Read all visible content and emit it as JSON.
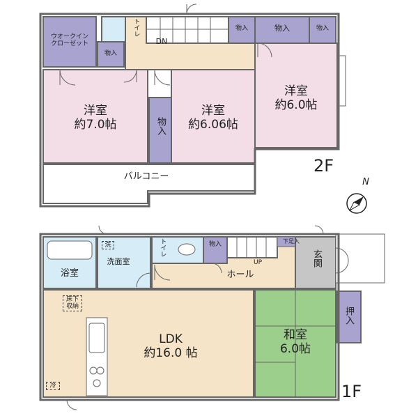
{
  "floor2": {
    "label": "2F",
    "rooms": {
      "wic": "ウオークイン\nクローゼット",
      "storage_wic": "物入",
      "toilet": "トイレ",
      "dn": "DN",
      "storage_top1": "物入",
      "storage_top2": "物入",
      "storage_top3": "物入",
      "west_room": "洋室\n約7.0帖",
      "storage_mid": "物入",
      "center_room": "洋室\n約6.06帖",
      "east_room": "洋室\n約6.0帖",
      "balcony": "バルコニー"
    }
  },
  "floor1": {
    "label": "1F",
    "rooms": {
      "bath": "浴室",
      "washroom": "洗面室",
      "washer": "洗",
      "toilet": "トイレ",
      "storage": "物入",
      "up": "UP",
      "hall": "ホール",
      "shoe_storage": "下足入",
      "entrance": "玄関",
      "floor_storage": "床下\n収納",
      "ldk": "LDK\n約16.0 帖",
      "fridge": "冷",
      "japanese_room": "和室\n6.0帖",
      "closet": "押入"
    }
  },
  "compass": {
    "north": "N"
  },
  "colors": {
    "pink": "#f3dde6",
    "lavender": "#a9a3cf",
    "beige": "#f5e4c8",
    "blue": "#d6ecf7",
    "green": "#9dcf8c",
    "gray": "#c6c6c6",
    "wall": "#666666"
  }
}
